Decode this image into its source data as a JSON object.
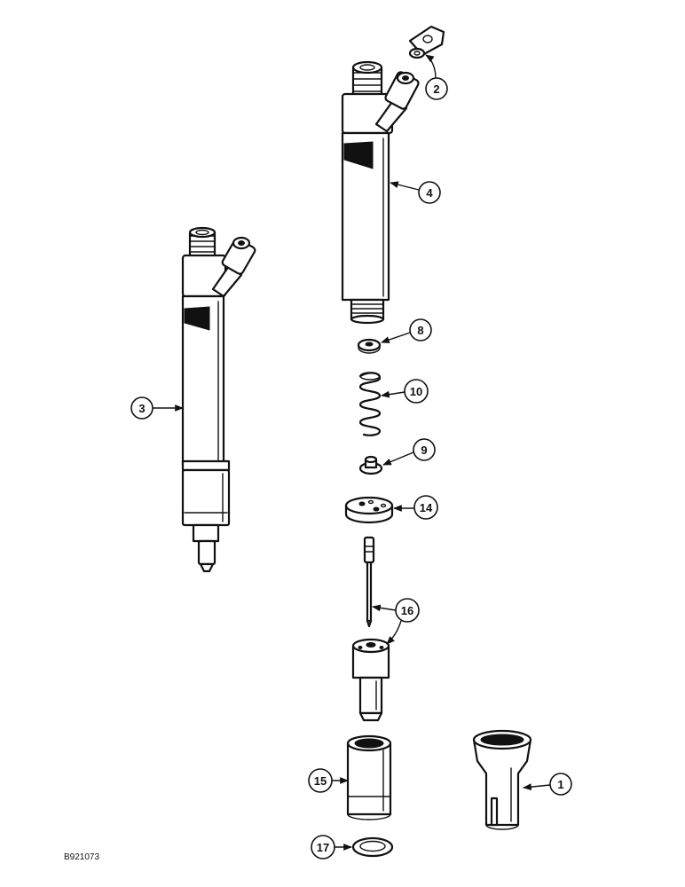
{
  "figure_id": "B921073",
  "callouts": {
    "c1": "1",
    "c2": "2",
    "c3": "3",
    "c4": "4",
    "c8": "8",
    "c9": "9",
    "c10": "10",
    "c14": "14",
    "c15": "15",
    "c16": "16",
    "c17": "17"
  }
}
